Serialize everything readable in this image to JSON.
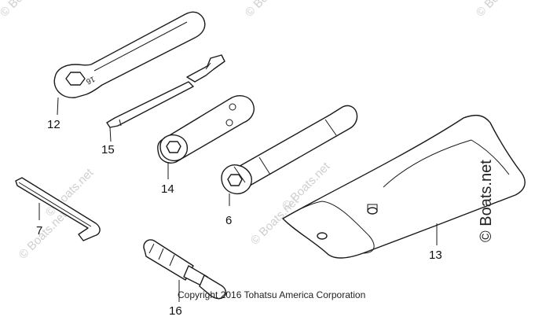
{
  "callouts": {
    "p12": "12",
    "p15": "15",
    "p14": "14",
    "p6": "6",
    "p7": "7",
    "p16": "16",
    "p13": "13"
  },
  "wrench_mark": "16",
  "watermark": {
    "text": "© Boats.net",
    "side_text": "© Boats.net"
  },
  "copyright": "Copyright 2016 Tohatsu America Corporation",
  "colors": {
    "ink": "#1a1a1a",
    "watermark": "#cfcfcf",
    "background": "#ffffff"
  }
}
